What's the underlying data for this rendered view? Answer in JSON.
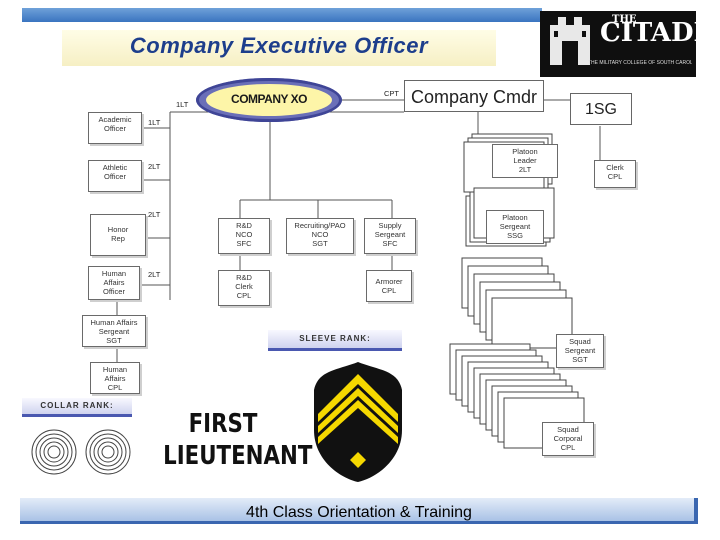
{
  "header": {
    "title": "Company Executive Officer",
    "logo_the": "THE",
    "logo_name": "CITADEL",
    "logo_subtitle": "THE MILITARY COLLEGE OF SOUTH CAROLINA"
  },
  "org_chart": {
    "xo": {
      "label": "COMPANY XO",
      "rank": "1LT"
    },
    "commander": {
      "label": "Company Cmdr",
      "rank": "CPT"
    },
    "first_sergeant": {
      "label": "1SG"
    },
    "left_column": [
      {
        "label_1": "Academic",
        "label_2": "Officer",
        "rank": "1LT"
      },
      {
        "label_1": "Athletic",
        "label_2": "Officer",
        "rank": "2LT"
      },
      {
        "label_1": "Honor",
        "label_2": "Rep",
        "rank": "2LT"
      },
      {
        "label_1": "Human",
        "label_2": "Affairs",
        "label_3": "Officer",
        "rank": "2LT"
      },
      {
        "label_1": "Human Affairs",
        "label_2": "Sergeant",
        "label_3": "SGT"
      },
      {
        "label_1": "Human",
        "label_2": "Affairs",
        "label_3": "CPL"
      }
    ],
    "middle_row": [
      {
        "label_1": "R&D",
        "label_2": "NCO",
        "label_3": "SFC"
      },
      {
        "label_1": "Recruiting/PAO",
        "label_2": "NCO",
        "label_3": "SGT"
      },
      {
        "label_1": "Supply",
        "label_2": "Sergeant",
        "label_3": "SFC"
      }
    ],
    "middle_row_2": [
      {
        "label_1": "R&D",
        "label_2": "Clerk",
        "label_3": "CPL"
      },
      {
        "label_1": "Armorer",
        "label_2": "CPL"
      }
    ],
    "platoon_leader": {
      "label_1": "Platoon",
      "label_2": "Leader",
      "label_3": "2LT"
    },
    "platoon_sergeant": {
      "label_1": "Platoon",
      "label_2": "Sergeant",
      "label_3": "SSG"
    },
    "clerk": {
      "label_1": "Clerk",
      "label_2": "CPL"
    },
    "squad_sergeant": {
      "label_1": "Squad",
      "label_2": "Sergeant",
      "label_3": "SGT"
    },
    "squad_corporal": {
      "label_1": "Squad",
      "label_2": "Corporal",
      "label_3": "CPL"
    }
  },
  "insignia": {
    "sleeve_label": "SLEEVE RANK:",
    "collar_label": "COLLAR RANK:",
    "rank_line_1": "FIRST",
    "rank_line_2": "LIEUTENANT",
    "sleeve_colors": {
      "shield": "#111111",
      "chevron": "#f5d800"
    }
  },
  "footer": {
    "text": "4th Class Orientation & Training"
  }
}
